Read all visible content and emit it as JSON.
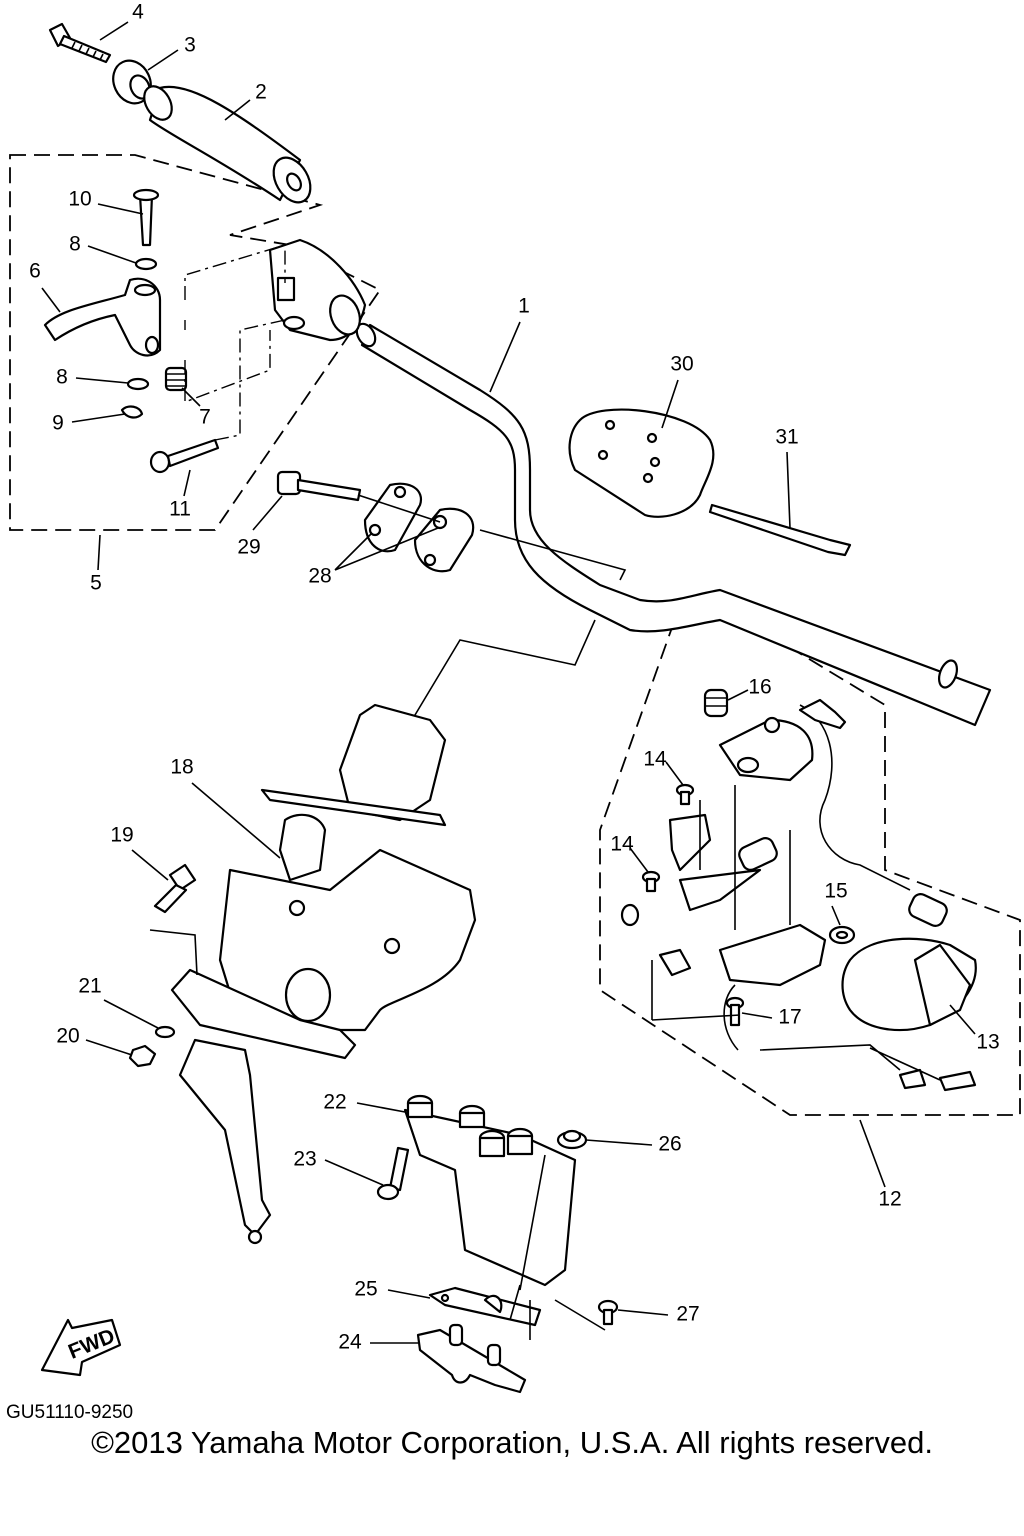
{
  "diagram": {
    "callouts": [
      "1",
      "2",
      "3",
      "4",
      "5",
      "6",
      "7",
      "8",
      "8",
      "9",
      "10",
      "11",
      "12",
      "13",
      "14",
      "14",
      "15",
      "16",
      "17",
      "18",
      "19",
      "20",
      "21",
      "22",
      "23",
      "24",
      "25",
      "26",
      "27",
      "28",
      "29",
      "30",
      "31"
    ],
    "fwd_arrow_label": "FWD",
    "diagram_code": "GU51110-9250",
    "copyright": "©2013 Yamaha Motor Corporation, U.S.A. All rights reserved."
  }
}
